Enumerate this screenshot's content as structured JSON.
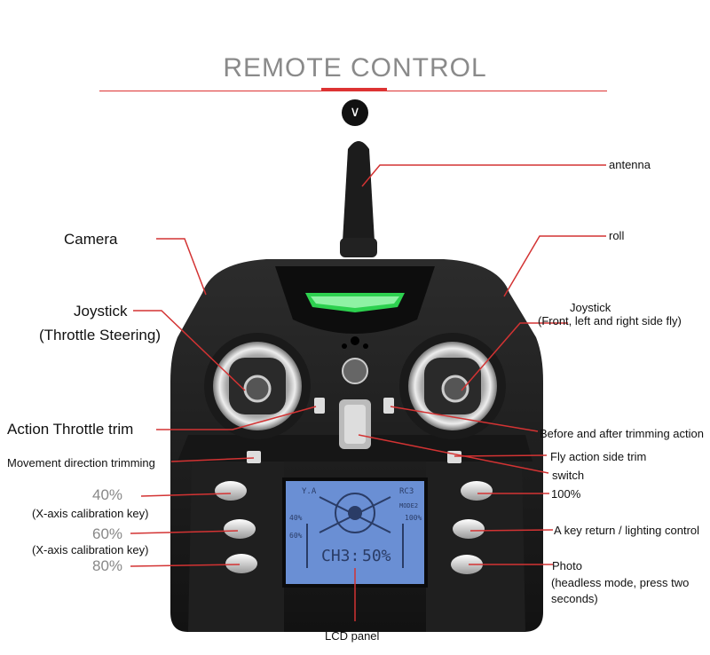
{
  "title": "REMOTE CONTROL",
  "chevron_icon": "chevron-down-icon",
  "colors": {
    "accent": "#d33333",
    "lcd": "#6a8fd4",
    "body": "#1a1a1a",
    "led": "#22cc44"
  },
  "labels": {
    "antenna": "antenna",
    "roll": "roll",
    "camera": "Camera",
    "joystick_left_1": "Joystick",
    "joystick_left_2": "(Throttle Steering)",
    "joystick_right_1": "Joystick",
    "joystick_right_2": "(Front, left and right side fly)",
    "throttle_trim": "Action Throttle trim",
    "trim_action": "Before and after trimming action",
    "movement_trim": "Movement direction trimming",
    "side_trim": "Fly action side trim",
    "switch": "switch",
    "pct40": "40%",
    "pct40_sub": "(X-axis calibration key)",
    "pct60": "60%",
    "pct60_sub": "(X-axis calibration key)",
    "pct80": "80%",
    "pct100": "100%",
    "key_return": "A key return / lighting control",
    "photo_1": "Photo",
    "photo_2": "(headless mode, press two",
    "photo_3": "seconds)",
    "lcd_panel": "LCD panel"
  },
  "lcd": {
    "channel": "CH3:",
    "value": "50%",
    "top_left": "Y.A",
    "top_right": "RC3",
    "mode": "MODE2",
    "left_pct_1": "40%",
    "left_pct_2": "60%",
    "right_pct": "100%"
  }
}
